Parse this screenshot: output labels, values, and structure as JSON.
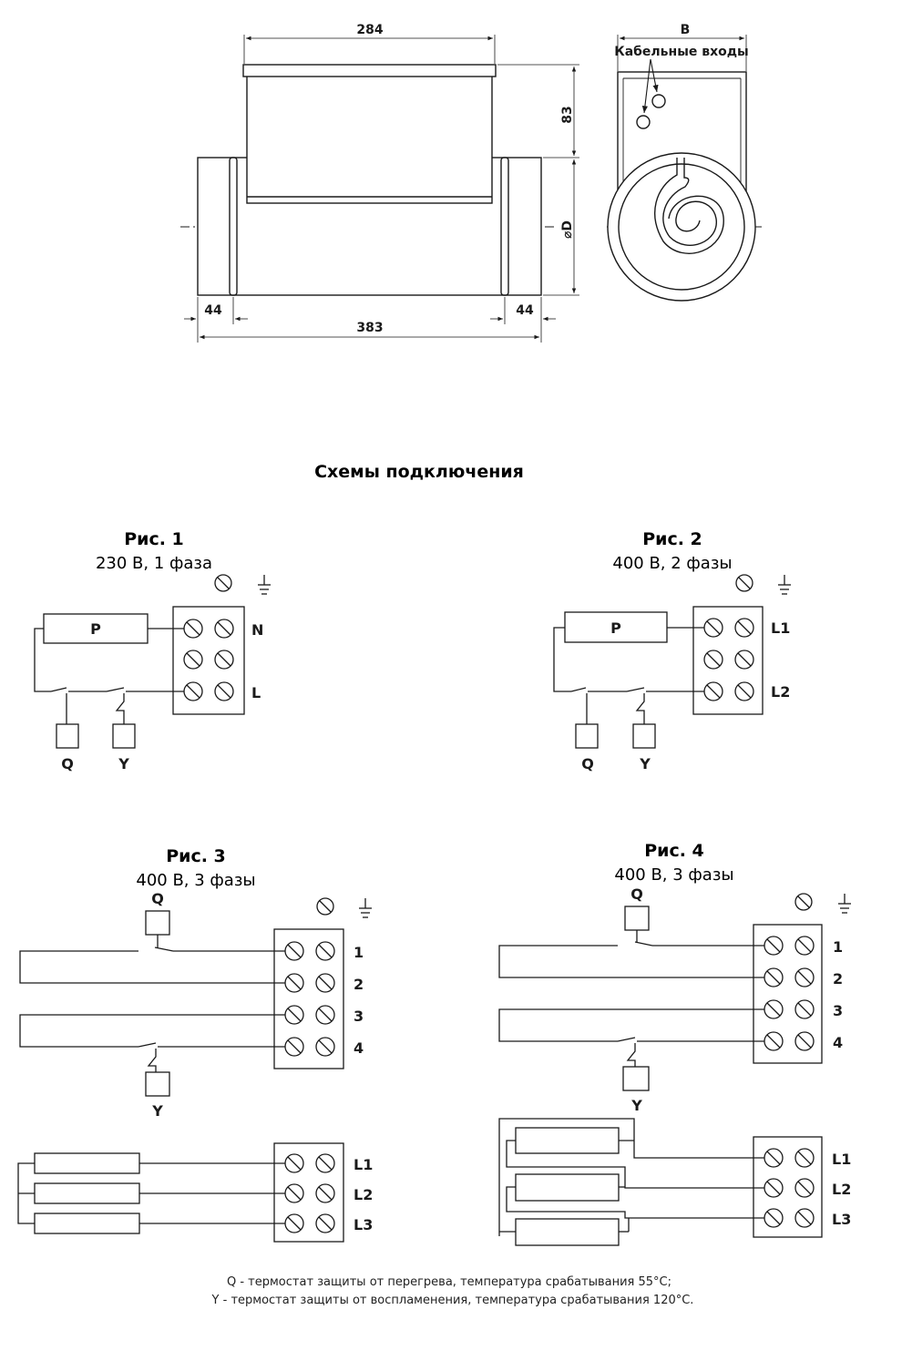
{
  "dimensions": {
    "top_width": "284",
    "total_length": "383",
    "left_collar": "44",
    "right_collar": "44",
    "box_height": "83",
    "diameter": "⌀D",
    "side_width": "B",
    "cable_entries": "Кабельные входы"
  },
  "section_title": "Схемы подключения",
  "figures": [
    {
      "title": "Рис. 1",
      "subtitle": "230 В, 1 фаза",
      "heater": "P",
      "terminals": [
        "N",
        "L"
      ],
      "q": "Q",
      "y": "Y"
    },
    {
      "title": "Рис. 2",
      "subtitle": "400 В, 2 фазы",
      "heater": "P",
      "terminals": [
        "L1",
        "L2"
      ],
      "q": "Q",
      "y": "Y"
    },
    {
      "title": "Рис. 3",
      "subtitle": "400 В, 3 фазы",
      "terminals": [
        "1",
        "2",
        "3",
        "4"
      ],
      "power_terminals": [
        "L1",
        "L2",
        "L3"
      ],
      "q": "Q",
      "y": "Y"
    },
    {
      "title": "Рис. 4",
      "subtitle": "400 В, 3 фазы",
      "terminals": [
        "1",
        "2",
        "3",
        "4"
      ],
      "power_terminals": [
        "L1",
        "L2",
        "L3"
      ],
      "q": "Q",
      "y": "Y"
    }
  ],
  "notes": [
    "Q - термостат защиты от перегрева, температура срабатывания 55°C;",
    "Y - термостат защиты от воспламенения, температура срабатывания 120°C."
  ],
  "colors": {
    "line": "#1a1a1a",
    "background": "#ffffff"
  }
}
